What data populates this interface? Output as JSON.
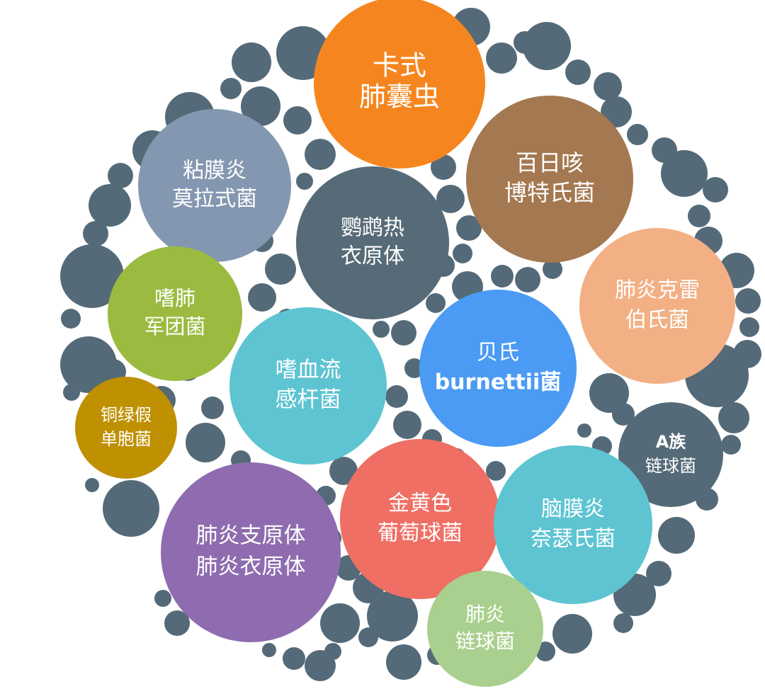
{
  "palette": {
    "background": "#ffffff",
    "filler": "#546a78",
    "text": "#ffffff"
  },
  "bubbles": [
    {
      "id": "pneumocystis",
      "lines": [
        "卡式",
        "肺囊虫"
      ],
      "color": "#f5861f"
    },
    {
      "id": "bordetella",
      "lines": [
        "百日咳",
        "博特氏菌"
      ],
      "color": "#a47850"
    },
    {
      "id": "moraxella",
      "lines": [
        "粘膜炎",
        "莫拉式菌"
      ],
      "color": "#8497b0"
    },
    {
      "id": "psittaci",
      "lines": [
        "鹦鹉热",
        "衣原体"
      ],
      "color": "#566b77"
    },
    {
      "id": "klebsiella",
      "lines": [
        "肺炎克雷",
        "伯氏菌"
      ],
      "color": "#f2b084"
    },
    {
      "id": "legionella",
      "lines": [
        "嗜肺",
        "军团菌"
      ],
      "color": "#9bbb40"
    },
    {
      "id": "haemophilus",
      "lines": [
        "嗜血流",
        "感杆菌"
      ],
      "color": "#5ec4d2"
    },
    {
      "id": "coxiella",
      "lines": [
        "贝氏",
        "burnettii菌"
      ],
      "color": "#4b9bf4"
    },
    {
      "id": "pseudomonas",
      "lines": [
        "铜绿假",
        "单胞菌"
      ],
      "color": "#bf9000"
    },
    {
      "id": "group-a-strep",
      "lines": [
        "A族",
        "链球菌"
      ],
      "color": "#546a78"
    },
    {
      "id": "mycoplasma-chlamydia",
      "lines": [
        "肺炎支原体",
        "肺炎衣原体"
      ],
      "color": "#8e6caf"
    },
    {
      "id": "staphylococcus",
      "lines": [
        "金黄色",
        "葡萄球菌"
      ],
      "color": "#ef6f65"
    },
    {
      "id": "neisseria",
      "lines": [
        "脑膜炎",
        "奈瑟氏菌"
      ],
      "color": "#5ec4d2"
    },
    {
      "id": "pneumococcus",
      "lines": [
        "肺炎",
        "链球菌"
      ],
      "color": "#a9d08e"
    }
  ]
}
